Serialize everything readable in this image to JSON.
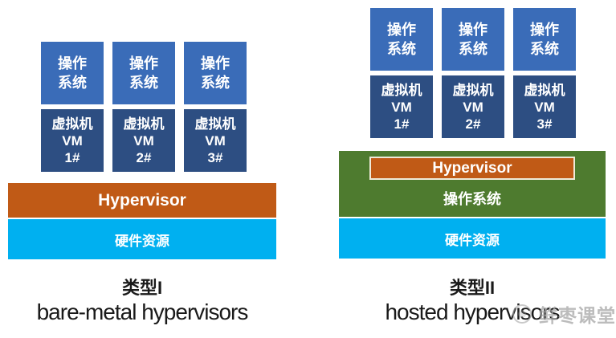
{
  "colors": {
    "os_box": "#3A6CB8",
    "vm_box": "#2D4E82",
    "hypervisor_orange": "#C05A16",
    "hardware_cyan": "#00B0F0",
    "host_os_green": "#4E7B2F",
    "inner_border": "#EFEAD9",
    "caption_text": "#1A1A1A",
    "watermark_gray": "#A6A6A6"
  },
  "diagram": {
    "left": {
      "os_boxes": [
        {
          "line1": "操作",
          "line2": "系统"
        },
        {
          "line1": "操作",
          "line2": "系统"
        },
        {
          "line1": "操作",
          "line2": "系统"
        }
      ],
      "vm_boxes": [
        {
          "line1": "虚拟机",
          "line2": "VM",
          "line3": "1#"
        },
        {
          "line1": "虚拟机",
          "line2": "VM",
          "line3": "2#"
        },
        {
          "line1": "虚拟机",
          "line2": "VM",
          "line3": "3#"
        }
      ],
      "hypervisor_label": "Hypervisor",
      "hardware_label": "硬件资源",
      "caption_title": "类型I",
      "caption_subtitle": "bare-metal hypervisors"
    },
    "right": {
      "os_boxes": [
        {
          "line1": "操作",
          "line2": "系统"
        },
        {
          "line1": "操作",
          "line2": "系统"
        },
        {
          "line1": "操作",
          "line2": "系统"
        }
      ],
      "vm_boxes": [
        {
          "line1": "虚拟机",
          "line2": "VM",
          "line3": "1#"
        },
        {
          "line1": "虚拟机",
          "line2": "VM",
          "line3": "2#"
        },
        {
          "line1": "虚拟机",
          "line2": "VM",
          "line3": "3#"
        }
      ],
      "hypervisor_label": "Hypervisor",
      "host_os_label": "操作系统",
      "hardware_label": "硬件资源",
      "caption_title": "类型II",
      "caption_subtitle": "hosted hypervisors"
    }
  },
  "watermark": {
    "text": "鲜枣课堂"
  }
}
